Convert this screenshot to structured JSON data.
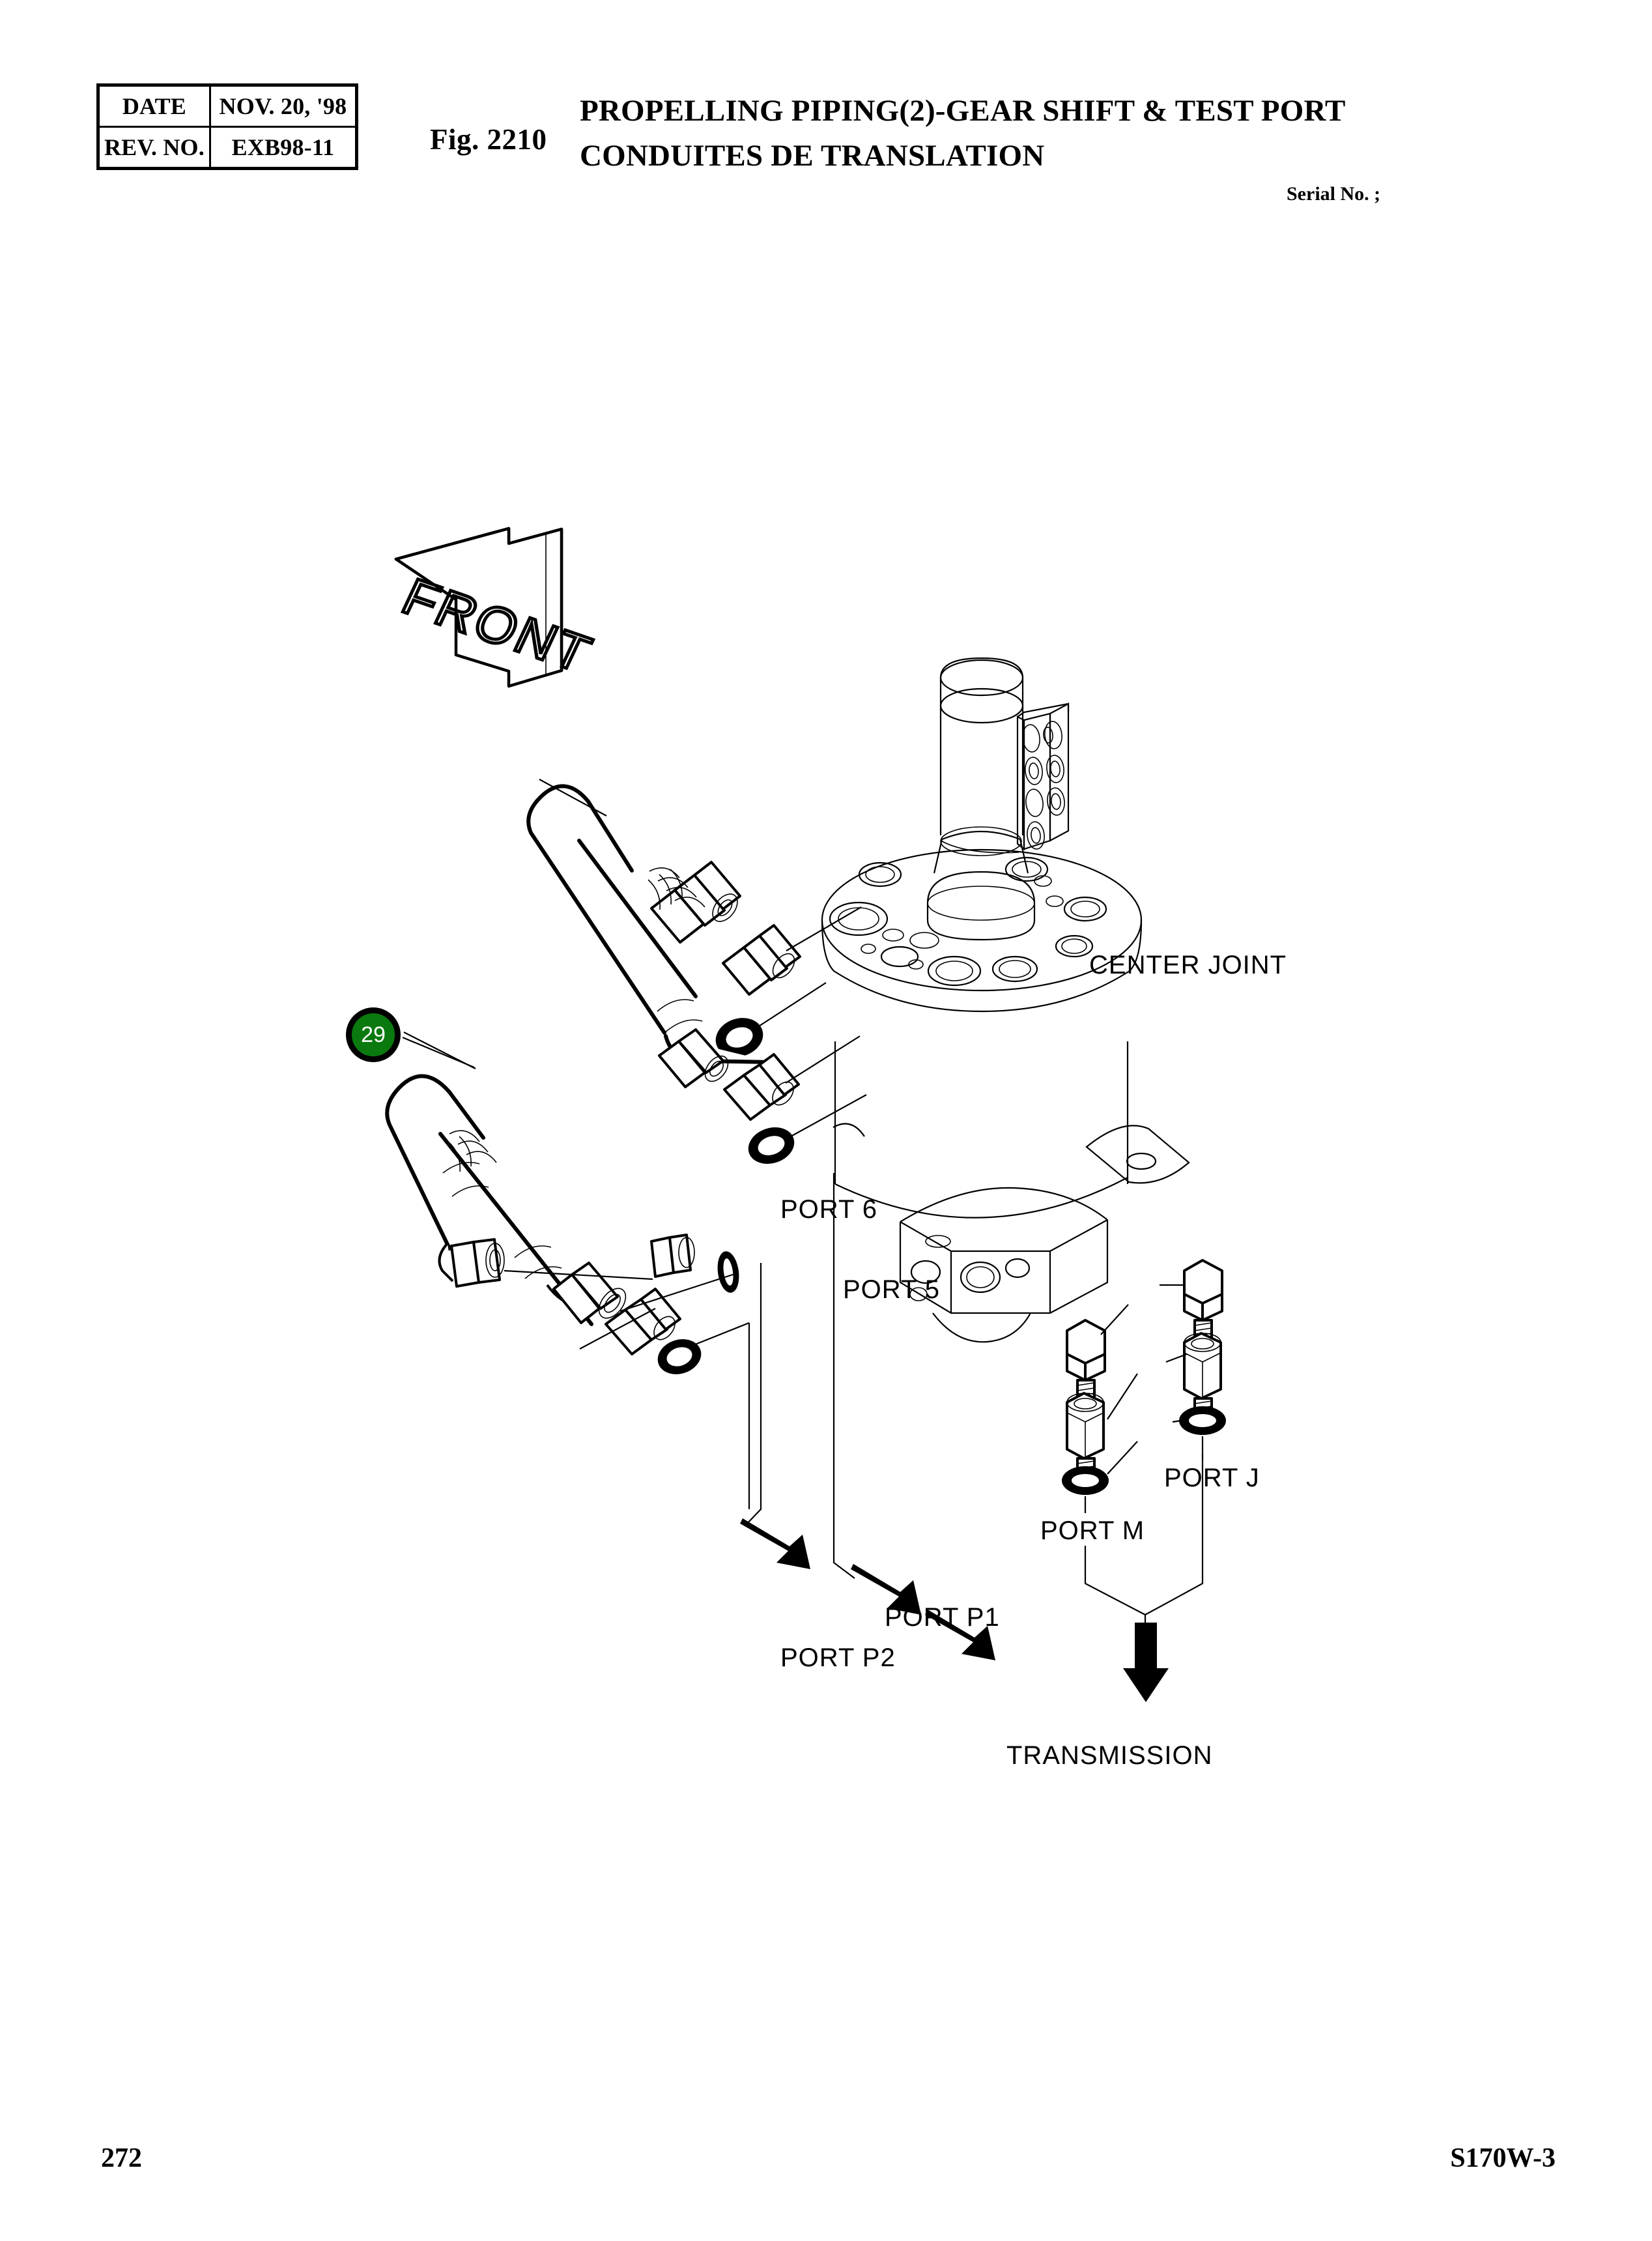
{
  "header": {
    "rows": [
      {
        "label": "DATE",
        "value": "NOV. 20, '98"
      },
      {
        "label": "REV. NO.",
        "value": "EXB98-11"
      }
    ],
    "fig_no": "Fig. 2210",
    "title_en": "PROPELLING PIPING(2)-GEAR SHIFT & TEST PORT",
    "title_fr": "CONDUITES DE TRANSLATION",
    "serial_no": "Serial No. ;"
  },
  "diagram": {
    "orientation_arrow_label": "FRONT",
    "balloon": {
      "number": "29",
      "fill_color": "#0a7a0f",
      "ring_color": "#000000",
      "text_color": "#ffffff"
    },
    "labels": {
      "center_joint": "CENTER JOINT",
      "port6": "PORT 6",
      "port5": "PORT 5",
      "portj": "PORT J",
      "portm": "PORT M",
      "portp1": "PORT P1",
      "portp2": "PORT P2",
      "transmission": "TRANSMISSION"
    }
  },
  "footer": {
    "page_number": "272",
    "model": "S170W-3"
  }
}
